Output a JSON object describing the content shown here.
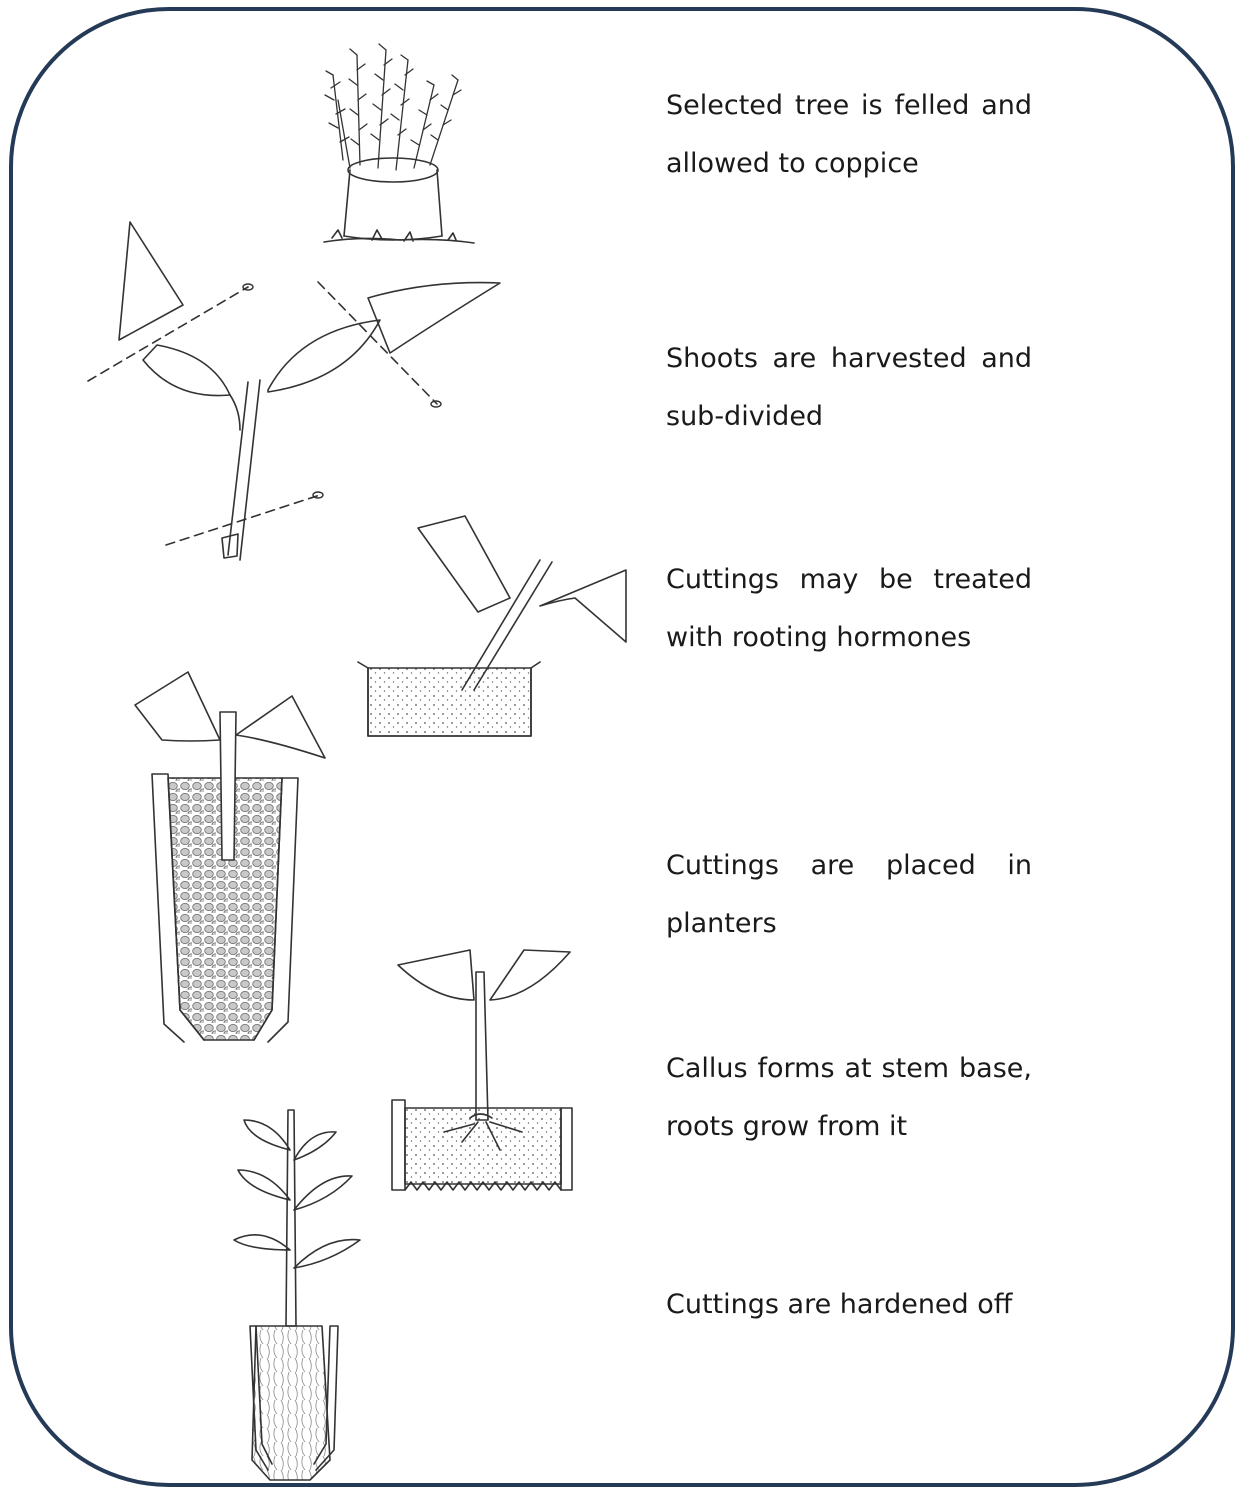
{
  "colors": {
    "frame": "#243a57",
    "ink": "#333333",
    "text": "#1a1a1a"
  },
  "steps": [
    {
      "text": "Selected tree is felled and allowed to coppice",
      "illustration": "coppiced-stump"
    },
    {
      "text": "Shoots are harvested and sub-divided",
      "illustration": "shoot-with-cut-lines"
    },
    {
      "text": "Cuttings may be treated with rooting hormones",
      "illustration": "cutting-in-hormone-tray"
    },
    {
      "text": "Cuttings are placed in planters",
      "illustration": "cutting-in-planter-tube"
    },
    {
      "text": "Callus forms at stem base, roots grow from it",
      "illustration": "callus-root-formation"
    },
    {
      "text": "Cuttings are hardened off",
      "illustration": "hardened-seedling"
    }
  ]
}
